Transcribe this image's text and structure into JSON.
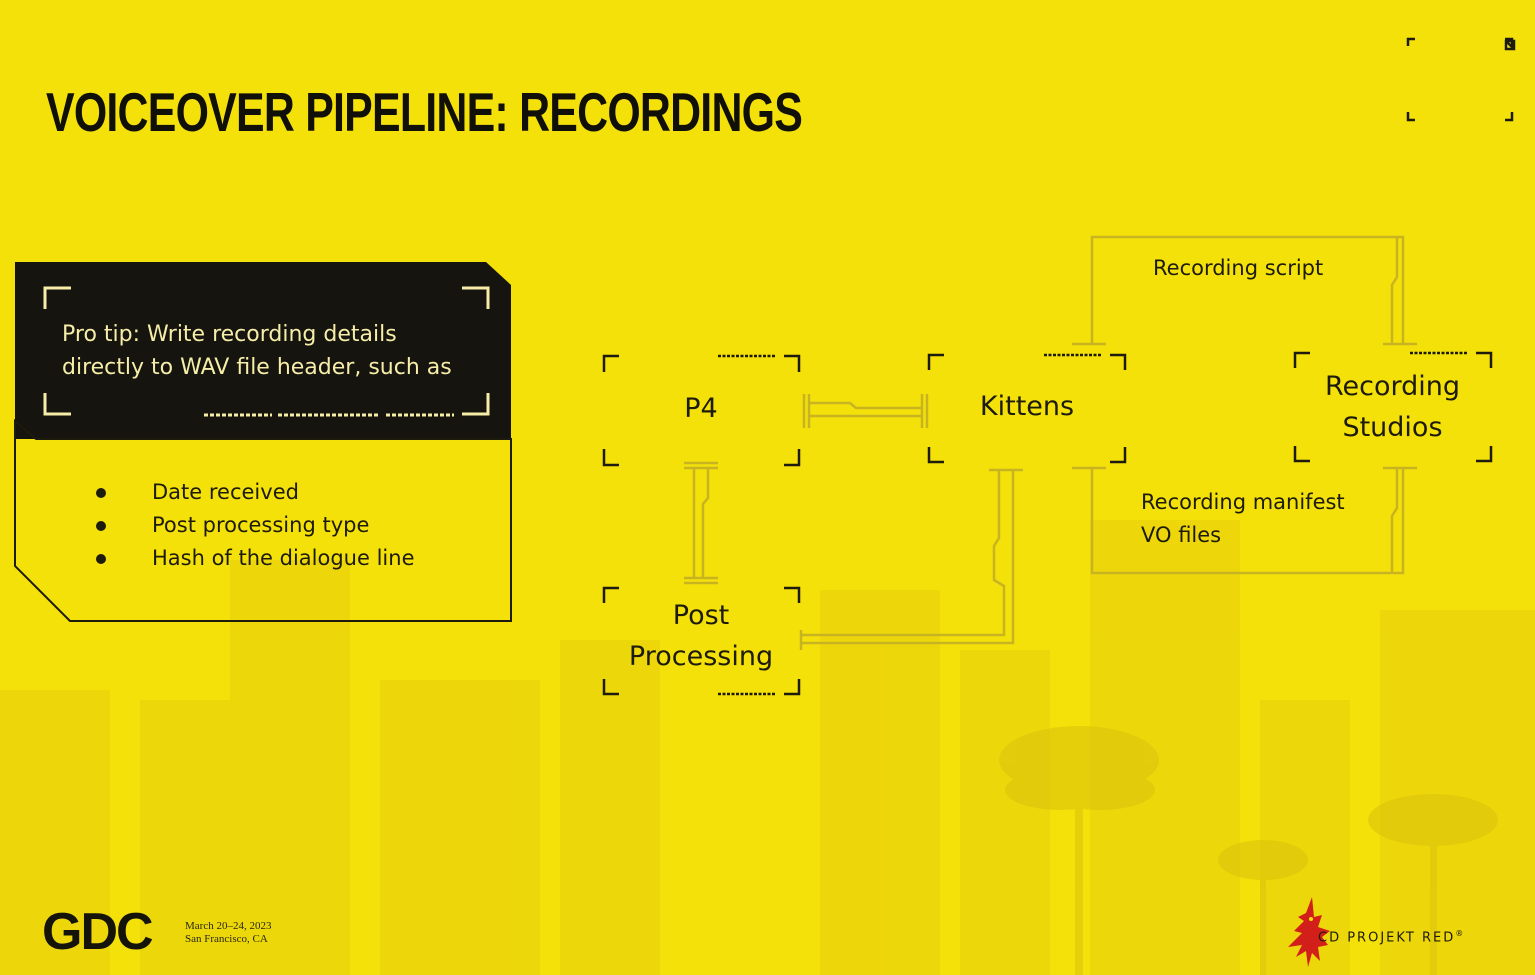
{
  "slide": {
    "title": "VOICEOVER PIPELINE: RECORDINGS"
  },
  "tip": {
    "heading": "Pro tip: Write recording details directly to WAV file header, such as",
    "items": [
      "Date received",
      "Post processing type",
      "Hash of the dialogue line"
    ]
  },
  "diagram": {
    "nodes": {
      "p4": "P4",
      "kittens": "Kittens",
      "recording_studios": "Recording Studios",
      "post_processing": "Post Processing"
    },
    "edges": {
      "recording_script": "Recording script",
      "recording_manifest": "Recording manifest",
      "vo_files": "VO files"
    }
  },
  "footer": {
    "gdc_logo": "GDC",
    "event_dates": "March 20–24, 2023",
    "event_location": "San Francisco, CA",
    "brand": "CD PROJEKT RED",
    "brand_mark": "®"
  },
  "colors": {
    "background": "#f5e10a",
    "ink": "#1d1b0c",
    "panel_dark": "#15140e",
    "line": "#cdbb1e"
  }
}
